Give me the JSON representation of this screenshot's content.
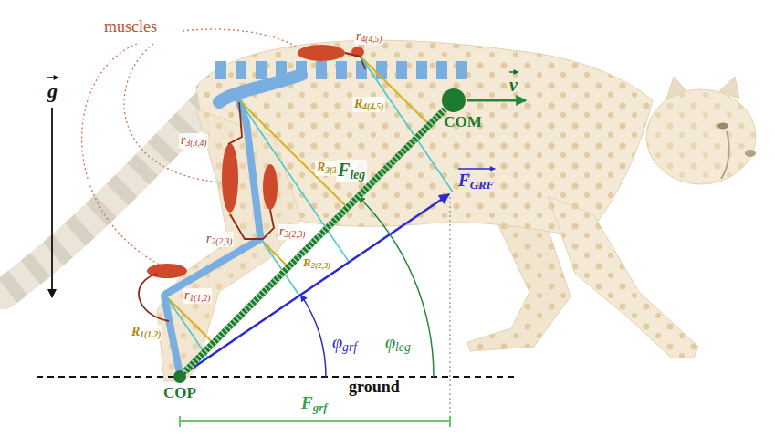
{
  "diagram": {
    "nodes": [
      {
        "text": [
          "COM"
        ]
      },
      {
        "text": [
          "COP"
        ]
      }
    ],
    "edges": [
      {
        "from": 1,
        "to": 0,
        "arrow": "none",
        "label": "Fleg"
      }
    ],
    "labels": [
      "muscles",
      "g",
      "v",
      "FGRF",
      "r4(4,5)",
      "R4(4,5)",
      "r3(3,4)",
      "R3(3,4)",
      "r2(2,3)",
      "r3(2,3)",
      "R2(2,3)",
      "r1(1,2)",
      "R1(1,2)",
      "φgrf",
      "φleg",
      "ground",
      "Fgrf"
    ]
  }
}
